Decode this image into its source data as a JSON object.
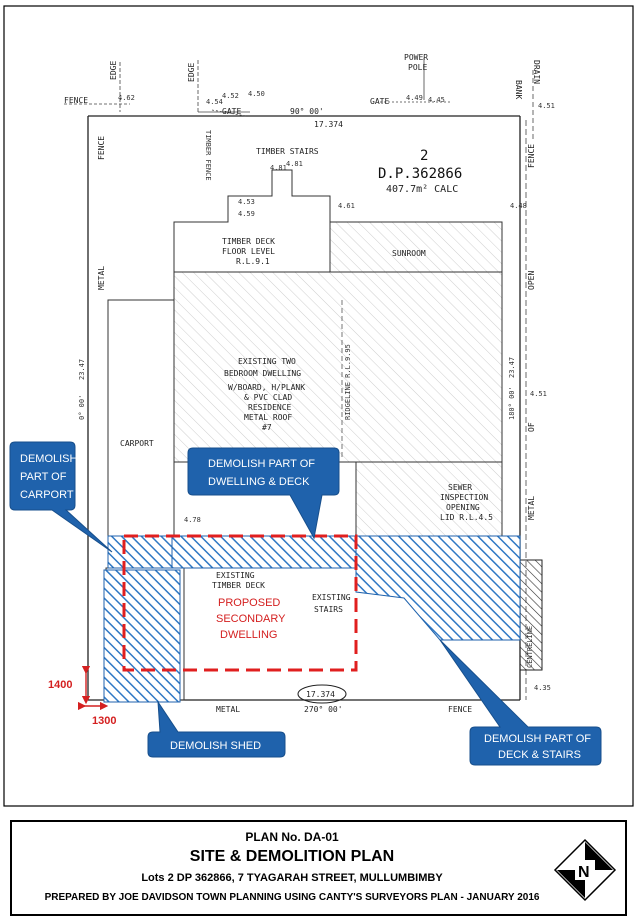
{
  "plan": {
    "lot_number": "2",
    "dp_number": "D.P.362866",
    "area": "407.7m² CALC",
    "top_bearing": "90° 00'",
    "top_distance": "17.374",
    "bottom_bearing": "270° 00'",
    "bottom_distance": "17.374",
    "right_bearing": "180° 00'",
    "right_distance": "23.47",
    "left_bearing": "0° 00'",
    "left_distance": "23.47",
    "labels": {
      "power_pole_1": "POWER",
      "power_pole_2": "POLE",
      "fence_top_left": "FENCE",
      "edge_1": "EDGE",
      "edge_2": "EDGE",
      "gate_left": "GATE",
      "gate_right": "GATE",
      "bank": "BANK",
      "drain": "DRAIN",
      "timber_fence": "TIMBER FENCE",
      "timber_stairs": "TIMBER STAIRS",
      "timber_deck_1": "TIMBER DECK",
      "timber_deck_2": "FLOOR LEVEL",
      "timber_deck_3": "R.L.9.1",
      "sunroom": "SUNROOM",
      "dwelling_1": "EXISTING TWO",
      "dwelling_2": "BEDROOM DWELLING",
      "dwelling_3": "W/BOARD, H/PLANK",
      "dwelling_4": "& PVC CLAD",
      "dwelling_5": "RESIDENCE",
      "dwelling_6": "METAL ROOF",
      "dwelling_7": "#7",
      "ridgeline": "RIDGELINE R.L.9.95",
      "carport": "CARPORT",
      "metal_left": "METAL",
      "fence_left": "FENCE",
      "metal_bottom": "METAL",
      "fence_bottom": "FENCE",
      "fence_right": "FENCE",
      "open_right": "OPEN",
      "of_right": "OF",
      "metal_right": "METAL",
      "centreline": "CENTRELINE",
      "sewer_1": "SEWER",
      "sewer_2": "INSPECTION",
      "sewer_3": "OPENING",
      "sewer_4": "LID R.L.4.5",
      "existing_deck_1": "EXISTING",
      "existing_deck_2": "TIMBER DECK",
      "existing_stairs_1": "EXISTING",
      "existing_stairs_2": "STAIRS"
    },
    "levels": [
      "4.62",
      "4.54",
      "4.52",
      "4.50",
      "4.49",
      "4.45",
      "4.51",
      "4.81",
      "4.81",
      "4.53",
      "4.59",
      "4.61",
      "4.48",
      "4.51",
      "4.78",
      "4.35"
    ]
  },
  "proposed": {
    "line1": "PROPOSED",
    "line2": "SECONDARY",
    "line3": "DWELLING"
  },
  "callouts": {
    "carport": [
      "DEMOLISH",
      "PART OF",
      "CARPORT"
    ],
    "dwelling": [
      "DEMOLISH PART OF",
      "DWELLING & DECK"
    ],
    "shed": [
      "DEMOLISH SHED"
    ],
    "deck": [
      "DEMOLISH PART OF",
      "DECK & STAIRS"
    ]
  },
  "dimensions": {
    "vertical": "1400",
    "horizontal": "1300"
  },
  "colors": {
    "callout_fill": "#1f62ac",
    "hatch": "#2f78c4",
    "proposed_outline": "#e01f1f",
    "dimension": "#d42020"
  },
  "title_block": {
    "plan_no": "PLAN No. DA-01",
    "title": "SITE & DEMOLITION PLAN",
    "lots": "Lots 2 DP 362866, 7 TYAGARAH STREET, MULLUMBIMBY",
    "prepared": "PREPARED BY JOE DAVIDSON TOWN PLANNING USING CANTY'S SURVEYORS PLAN - JANUARY 2016",
    "north_letter": "N"
  }
}
